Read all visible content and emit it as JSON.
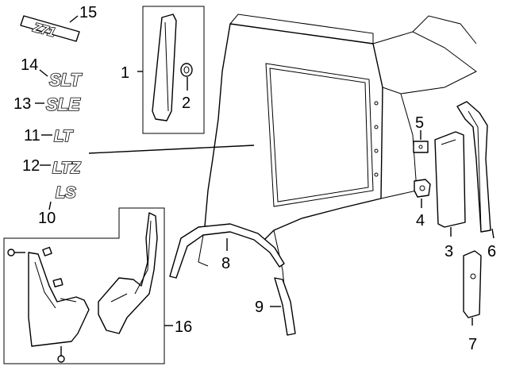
{
  "callouts": {
    "c1": "1",
    "c2": "2",
    "c3": "3",
    "c4": "4",
    "c5": "5",
    "c6": "6",
    "c7": "7",
    "c8": "8",
    "c9": "9",
    "c10": "10",
    "c11": "11",
    "c12": "12",
    "c13": "13",
    "c14": "14",
    "c15": "15",
    "c16": "16"
  },
  "emblems": {
    "z71": "Z71",
    "slt": "SLT",
    "sle": "SLE",
    "lt": "LT",
    "ltz": "LTZ",
    "ls": "LS"
  }
}
